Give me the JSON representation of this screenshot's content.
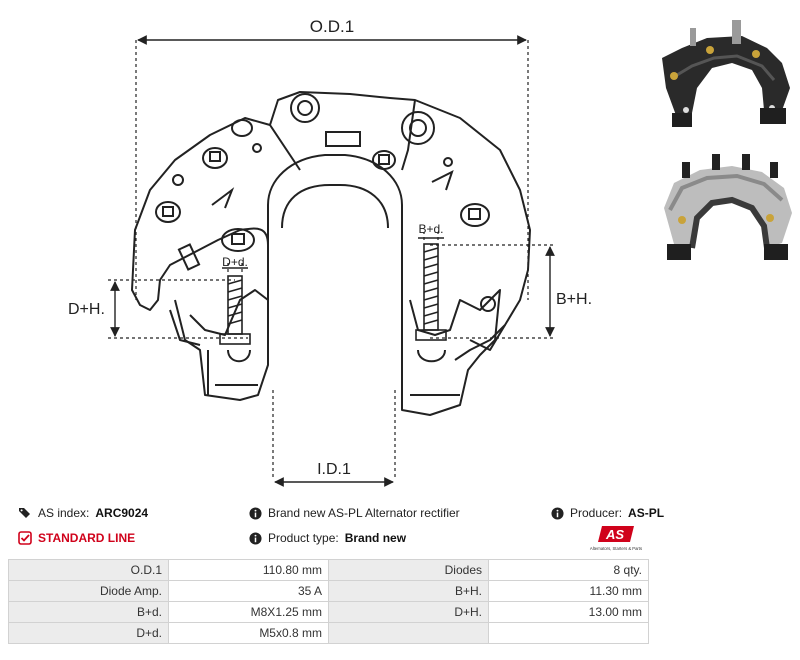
{
  "drawing": {
    "od_label": "O.D.1",
    "id_label": "I.D.1",
    "bd_label": "B+d.",
    "dd_label": "D+d.",
    "bh_label": "B+H.",
    "dh_label": "D+H."
  },
  "info": {
    "index_prefix": "AS index:",
    "index_value": "ARC9024",
    "standard_line": "STANDARD LINE",
    "description": "Brand new AS-PL Alternator rectifier",
    "product_type_label": "Product type:",
    "product_type_value": "Brand new",
    "producer_label": "Producer:",
    "producer_value": "AS-PL",
    "logo_text": "AS",
    "logo_tagline": "Alternators, Starters & Parts"
  },
  "specs": [
    [
      "O.D.1",
      "110.80 mm",
      "Diodes",
      "8 qty."
    ],
    [
      "Diode Amp.",
      "35 A",
      "B+H.",
      "11.30 mm"
    ],
    [
      "B+d.",
      "M8X1.25 mm",
      "D+H.",
      "13.00 mm"
    ],
    [
      "D+d.",
      "M5x0.8 mm",
      "",
      ""
    ]
  ],
  "icons": {
    "index": "tags-icon",
    "standard": "check-square-icon",
    "description": "info-circle-icon",
    "type": "info-circle-icon",
    "producer": "info-circle-icon"
  },
  "colors": {
    "accent_red": "#d0021b",
    "label_bg": "#ececec",
    "line": "#222222"
  }
}
